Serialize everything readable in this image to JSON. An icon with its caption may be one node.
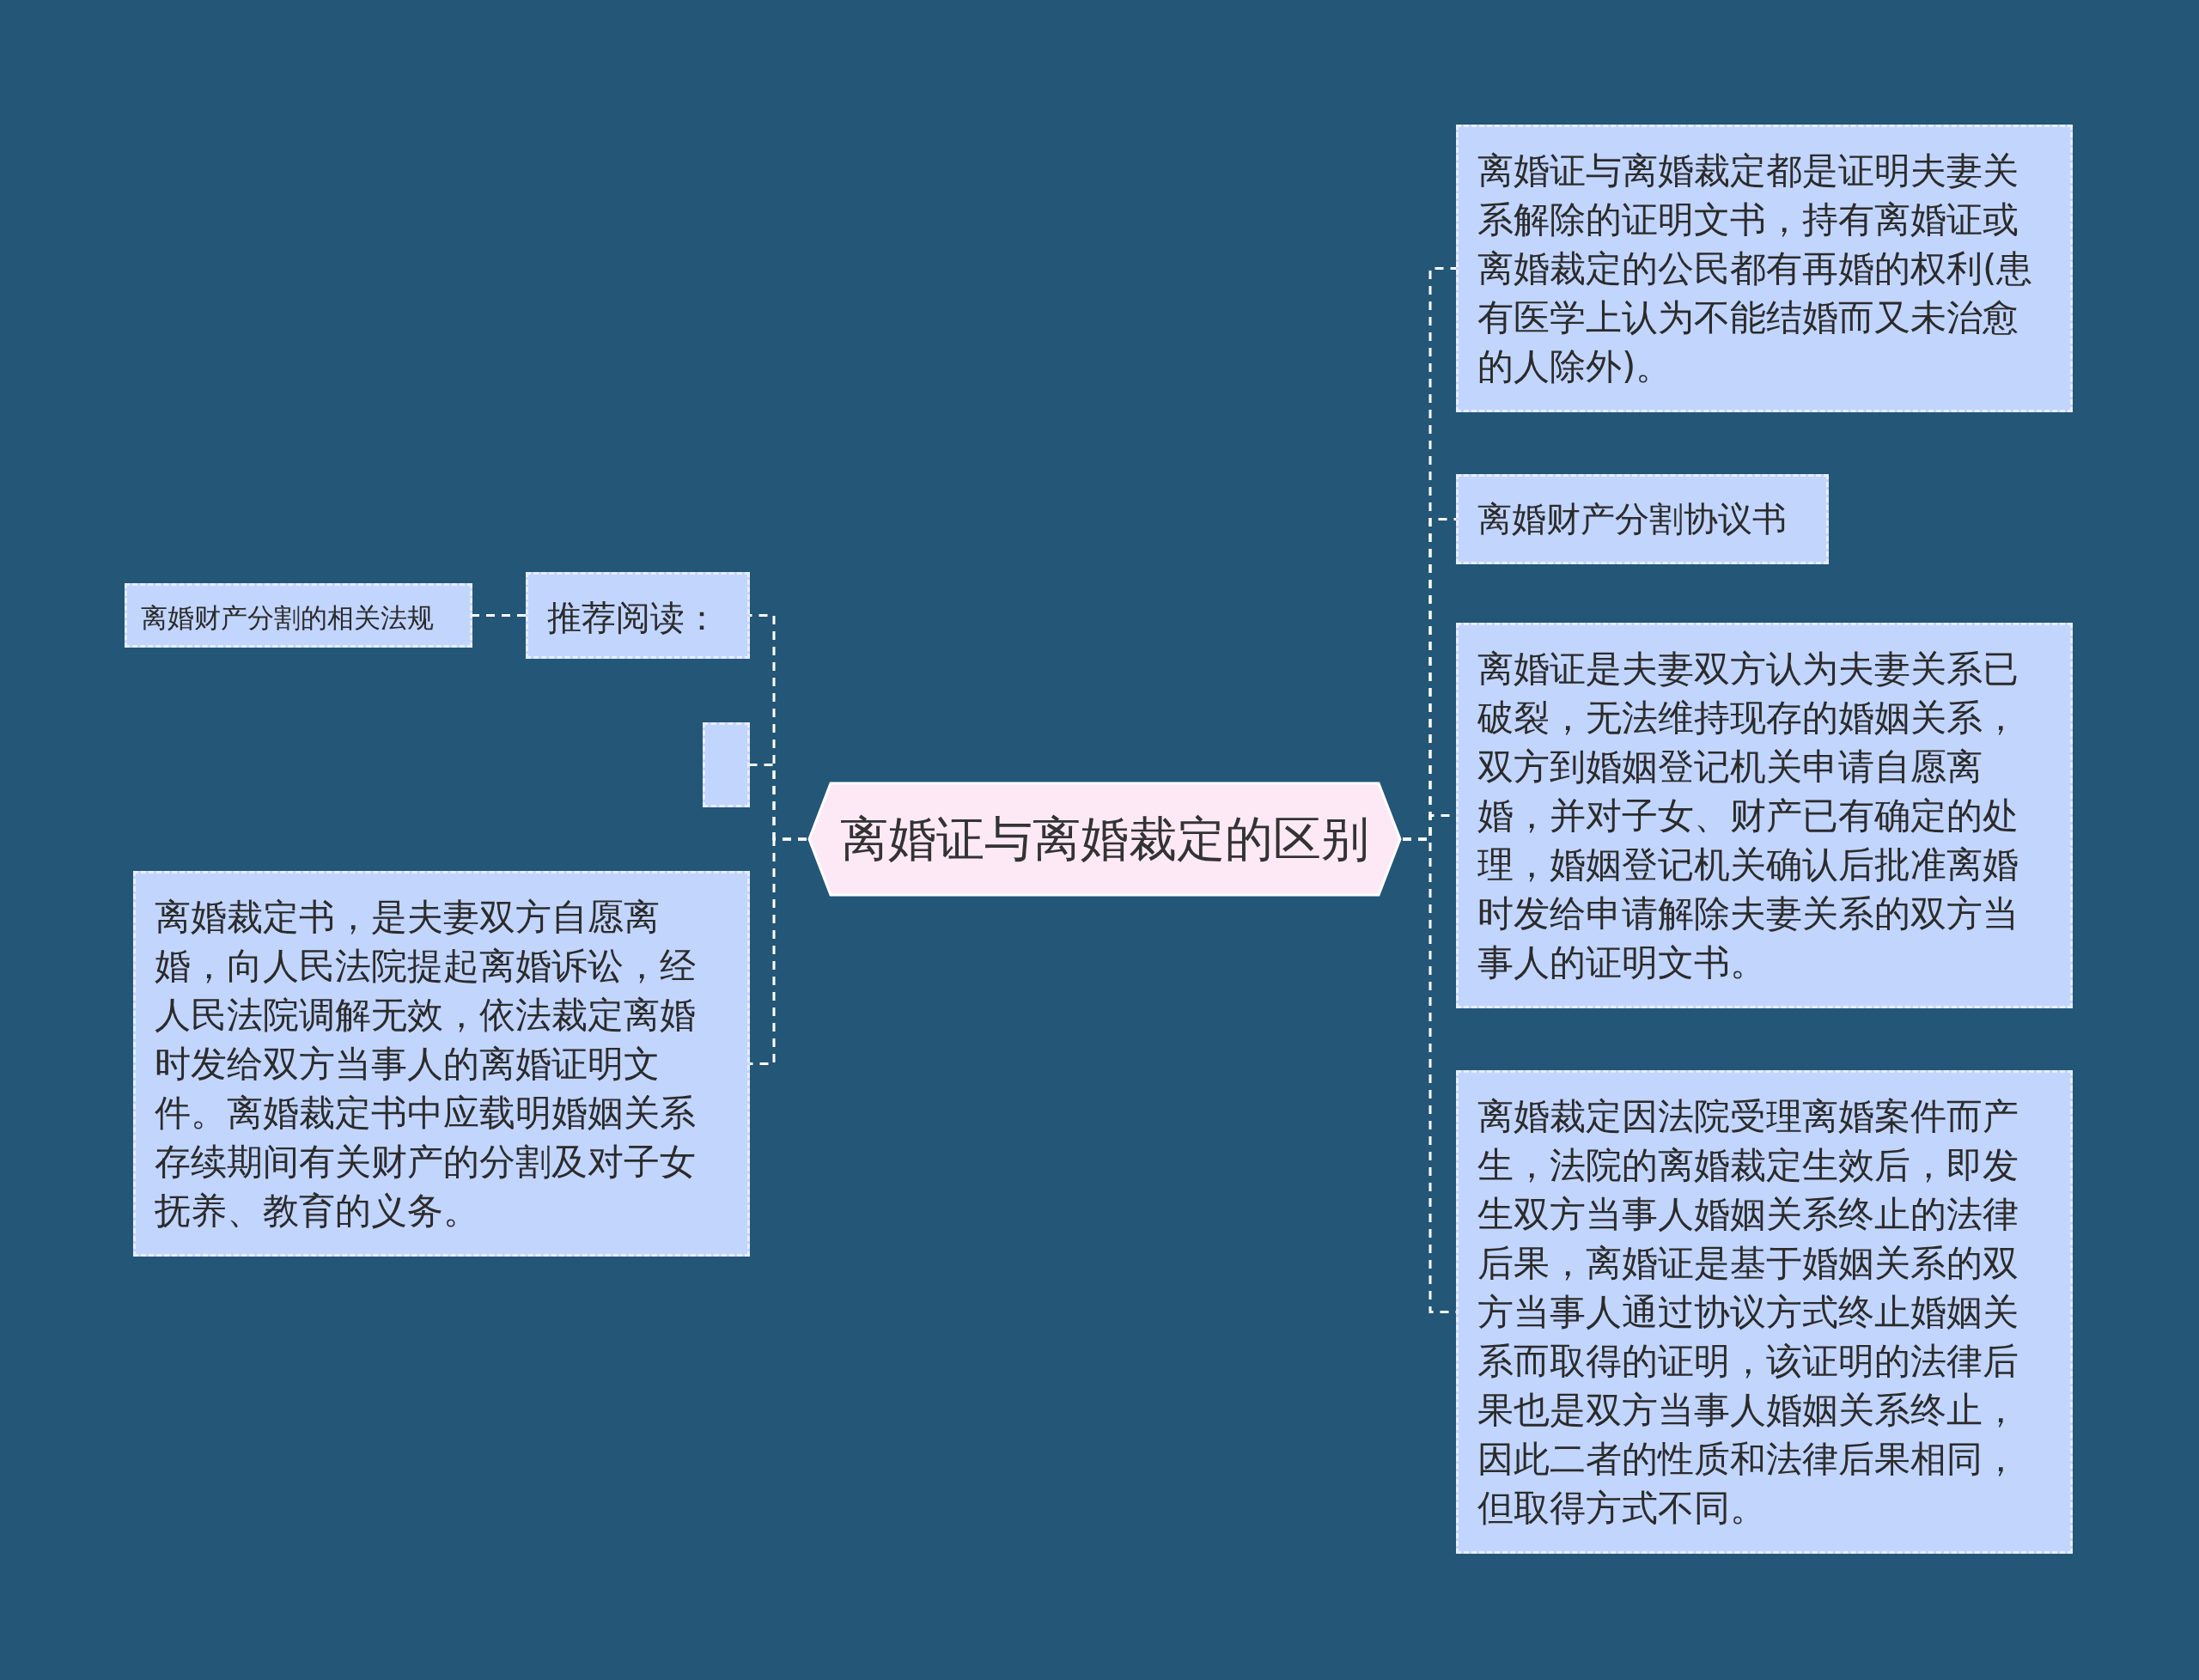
{
  "diagram": {
    "nodes": [
      {
        "text": [
          "离婚证与离婚裁定的区别"
        ]
      },
      {
        "text": [
          "离婚证与离婚裁定都是证明夫妻关系解除的证明文书，持有离婚证或离婚裁定的公民都有再婚的权利(患有医学上认为不能结婚而又未治愈的人除外)。"
        ]
      },
      {
        "text": [
          "离婚财产分割协议书"
        ]
      },
      {
        "text": [
          "离婚证是夫妻双方认为夫妻关系已破裂，无法维持现存的婚姻关系，双方到婚姻登记机关申请自愿离婚，并对子女、财产已有确定的处理，婚姻登记机关确认后批准离婚时发给申请解除夫妻关系的双方当事人的证明文书。"
        ]
      },
      {
        "text": [
          "离婚裁定因法院受理离婚案件而产生，法院的离婚裁定生效后，即发生双方当事人婚姻关系终止的法律后果，离婚证是基于婚姻关系的双方当事人通过协议方式终止婚姻关系而取得的证明，该证明的法律后果也是双方当事人婚姻关系终止，因此二者的性质和法律后果相同，但取得方式不同。"
        ]
      },
      {
        "text": [
          "推荐阅读："
        ]
      },
      {
        "text": [
          "离婚财产分割的相关法规"
        ]
      },
      {
        "text": [],
        "shape": "box"
      },
      {
        "text": [
          "离婚裁定书，是夫妻双方自愿离婚，向人民法院提起离婚诉讼，经人民法院调解无效，依法裁定离婚时发给双方当事人的离婚证明文件。离婚裁定书中应载明婚姻关系存续期间有关财产的分割及对子女抚养、教育的义务。"
        ]
      }
    ],
    "edges": [
      {
        "from": 0,
        "to": 1,
        "arrow": "none",
        "style": "dashed"
      },
      {
        "from": 0,
        "to": 2,
        "arrow": "none",
        "style": "dashed"
      },
      {
        "from": 0,
        "to": 3,
        "arrow": "none",
        "style": "dashed"
      },
      {
        "from": 0,
        "to": 4,
        "arrow": "none",
        "style": "dashed"
      },
      {
        "from": 0,
        "to": 5,
        "arrow": "none",
        "style": "dashed"
      },
      {
        "from": 0,
        "to": 7,
        "arrow": "none",
        "style": "dashed"
      },
      {
        "from": 0,
        "to": 8,
        "arrow": "none",
        "style": "dashed"
      },
      {
        "from": 5,
        "to": 6,
        "arrow": "none",
        "style": "dashed"
      }
    ]
  }
}
